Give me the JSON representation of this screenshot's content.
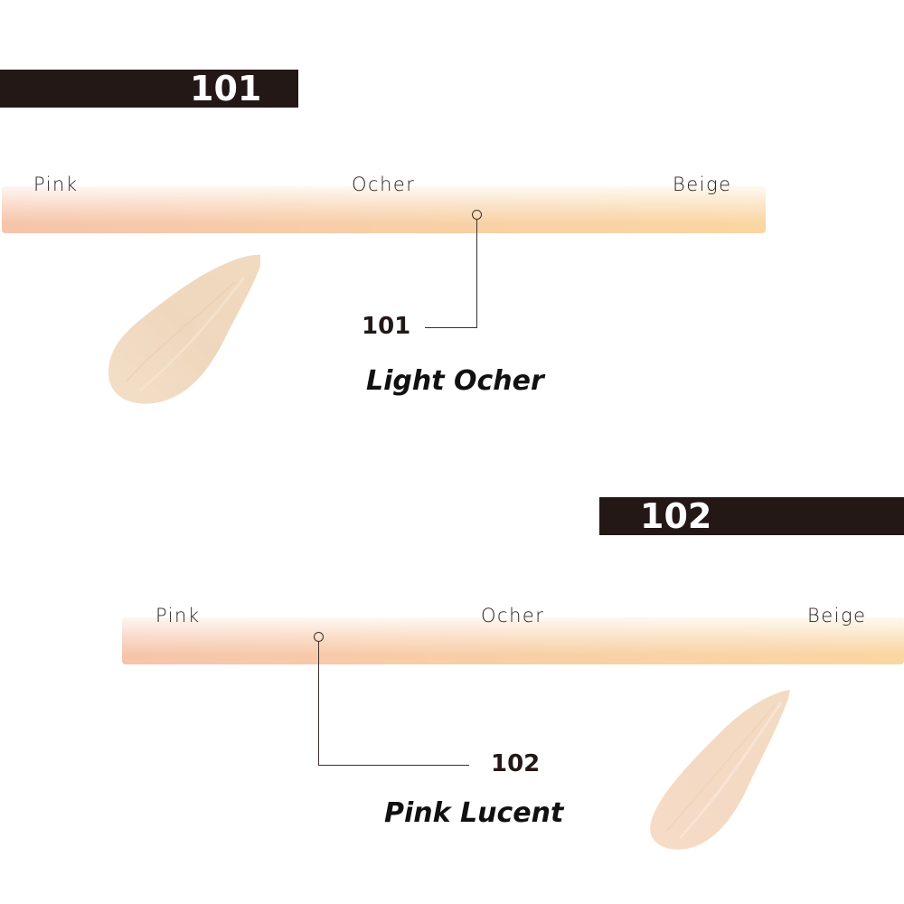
{
  "shades": [
    {
      "code_badge": "101",
      "scale_labels": {
        "left": "Pink",
        "middle": "Ocher",
        "right": "Beige"
      },
      "code": "101",
      "name": "Light Ocher",
      "marker_position_pct": 62,
      "swatch_color": "#f1dcc3"
    },
    {
      "code_badge": "102",
      "scale_labels": {
        "left": "Pink",
        "middle": "Ocher",
        "right": "Beige"
      },
      "code": "102",
      "name": "Pink Lucent",
      "marker_position_pct": 25,
      "swatch_color": "#f5dcc6"
    }
  ],
  "colors": {
    "badge_bg": "#231816",
    "scale_pink": "#f6c4ab",
    "scale_ocher": "#f8cfa7",
    "scale_beige": "#fad6a2"
  }
}
